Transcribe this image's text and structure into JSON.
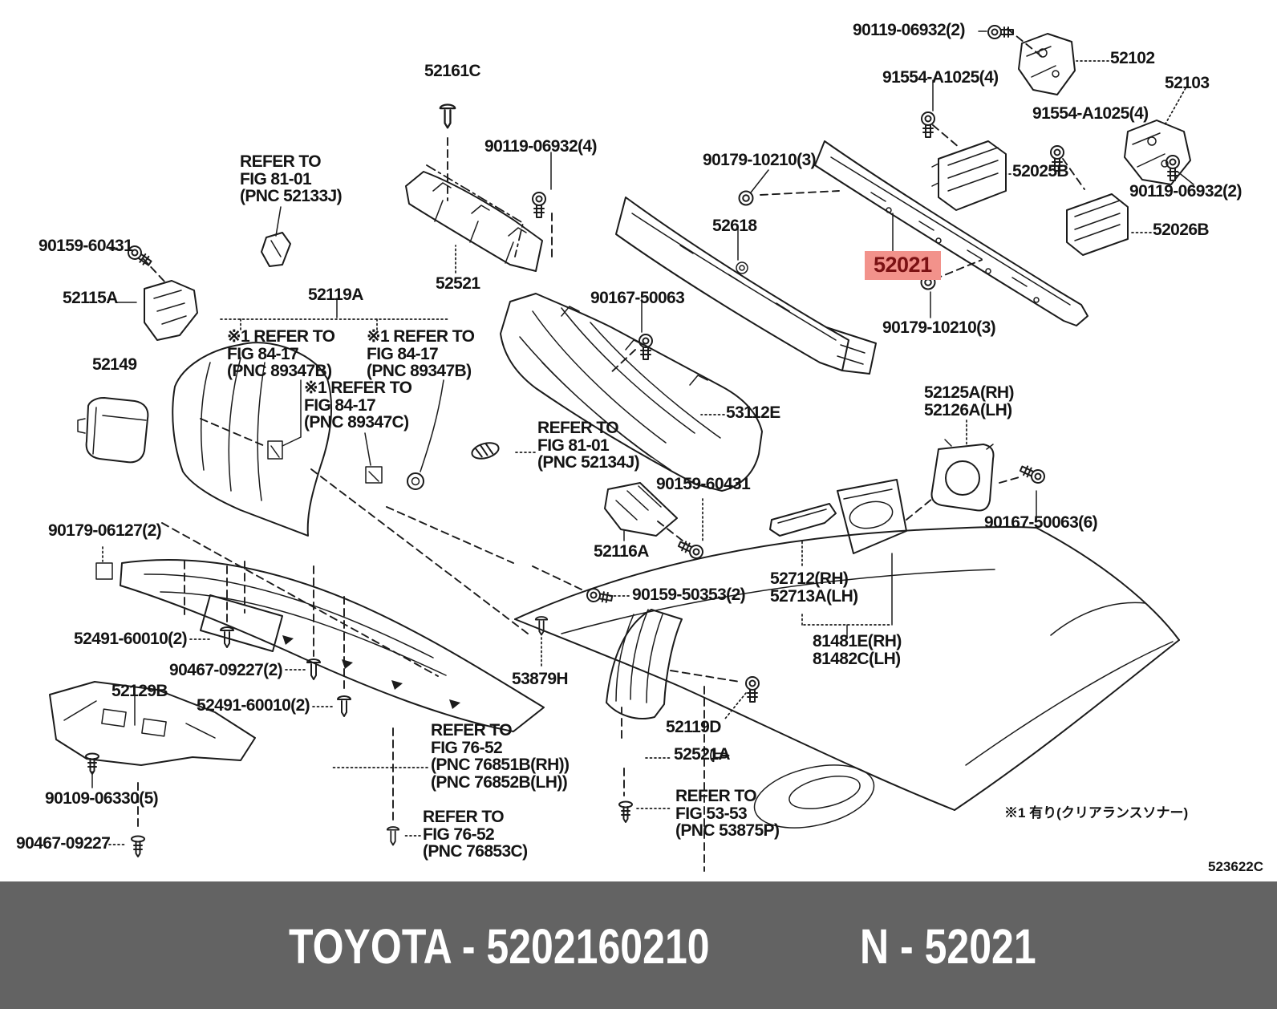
{
  "page": {
    "background": "#ffffff",
    "line_color": "#1b1b1b"
  },
  "highlight": {
    "background": "#f2928b",
    "text_color": "#7b1113"
  },
  "labels": {
    "n90119a": "90119-06932(2)",
    "n52102": "52102",
    "n91554a": "91554-A1025(4)",
    "n52103": "52103",
    "n91554b": "91554-A1025(4)",
    "n90179a": "90179-10210(3)",
    "n52025b": "52025B",
    "n90119b": "90119-06932(2)",
    "n52618": "52618",
    "n52026b": "52026B",
    "n52021": "52021",
    "n90179b": "90179-10210(3)",
    "n52161c": "52161C",
    "n90119c": "90119-06932(4)",
    "ref52133j": "REFER TO\nFIG 81-01\n(PNC 52133J)",
    "n90159a": "90159-60431",
    "n52115a": "52115A",
    "n52521": "52521",
    "n52119a": "52119A",
    "n90167a": "90167-50063",
    "n53112e": "53112E",
    "n52149": "52149",
    "ref89347b1": "※1 REFER TO\nFIG 84-17\n(PNC 89347B)",
    "ref89347b2": "※1 REFER TO\nFIG 84-17\n(PNC 89347B)",
    "ref89347c": "※1 REFER TO\nFIG 84-17\n(PNC 89347C)",
    "ref52134j": "REFER TO\nFIG 81-01\n(PNC 52134J)",
    "n90159b": "90159-60431",
    "n52116a": "52116A",
    "n52125a": "52125A(RH)\n52126A(LH)",
    "n90167b": "90167-50063(6)",
    "n52712": "52712(RH)\n52713A(LH)",
    "n81481e": "81481E(RH)\n81482C(LH)",
    "n90179c": "90179-06127(2)",
    "n52491a": "52491-60010(2)",
    "n90467a": "90467-09227(2)",
    "n52129b": "52129B",
    "n52491b": "52491-60010(2)",
    "n90109": "90109-06330(5)",
    "n90467b": "90467-09227",
    "n90159c": "90159-50353(2)",
    "n53879h": "53879H",
    "n52119d": "52119D",
    "n52521a": "52521A",
    "ref76851b": "REFER TO\nFIG 76-52\n(PNC 76851B(RH))\n(PNC 76852B(LH))",
    "ref76853c": "REFER TO\nFIG 76-52\n(PNC 76853C)",
    "ref53875p": "REFER TO\nFIG 53-53\n(PNC 53875P)"
  },
  "notes": {
    "sonar_note": "※1 有り(クリアランスソナー)",
    "figure_code": "523622C"
  },
  "footer": {
    "bar_color": "#636363",
    "text_color": "#ffffff",
    "left_code": "TOYOTA - 5202160210",
    "right_code": "N - 52021"
  }
}
